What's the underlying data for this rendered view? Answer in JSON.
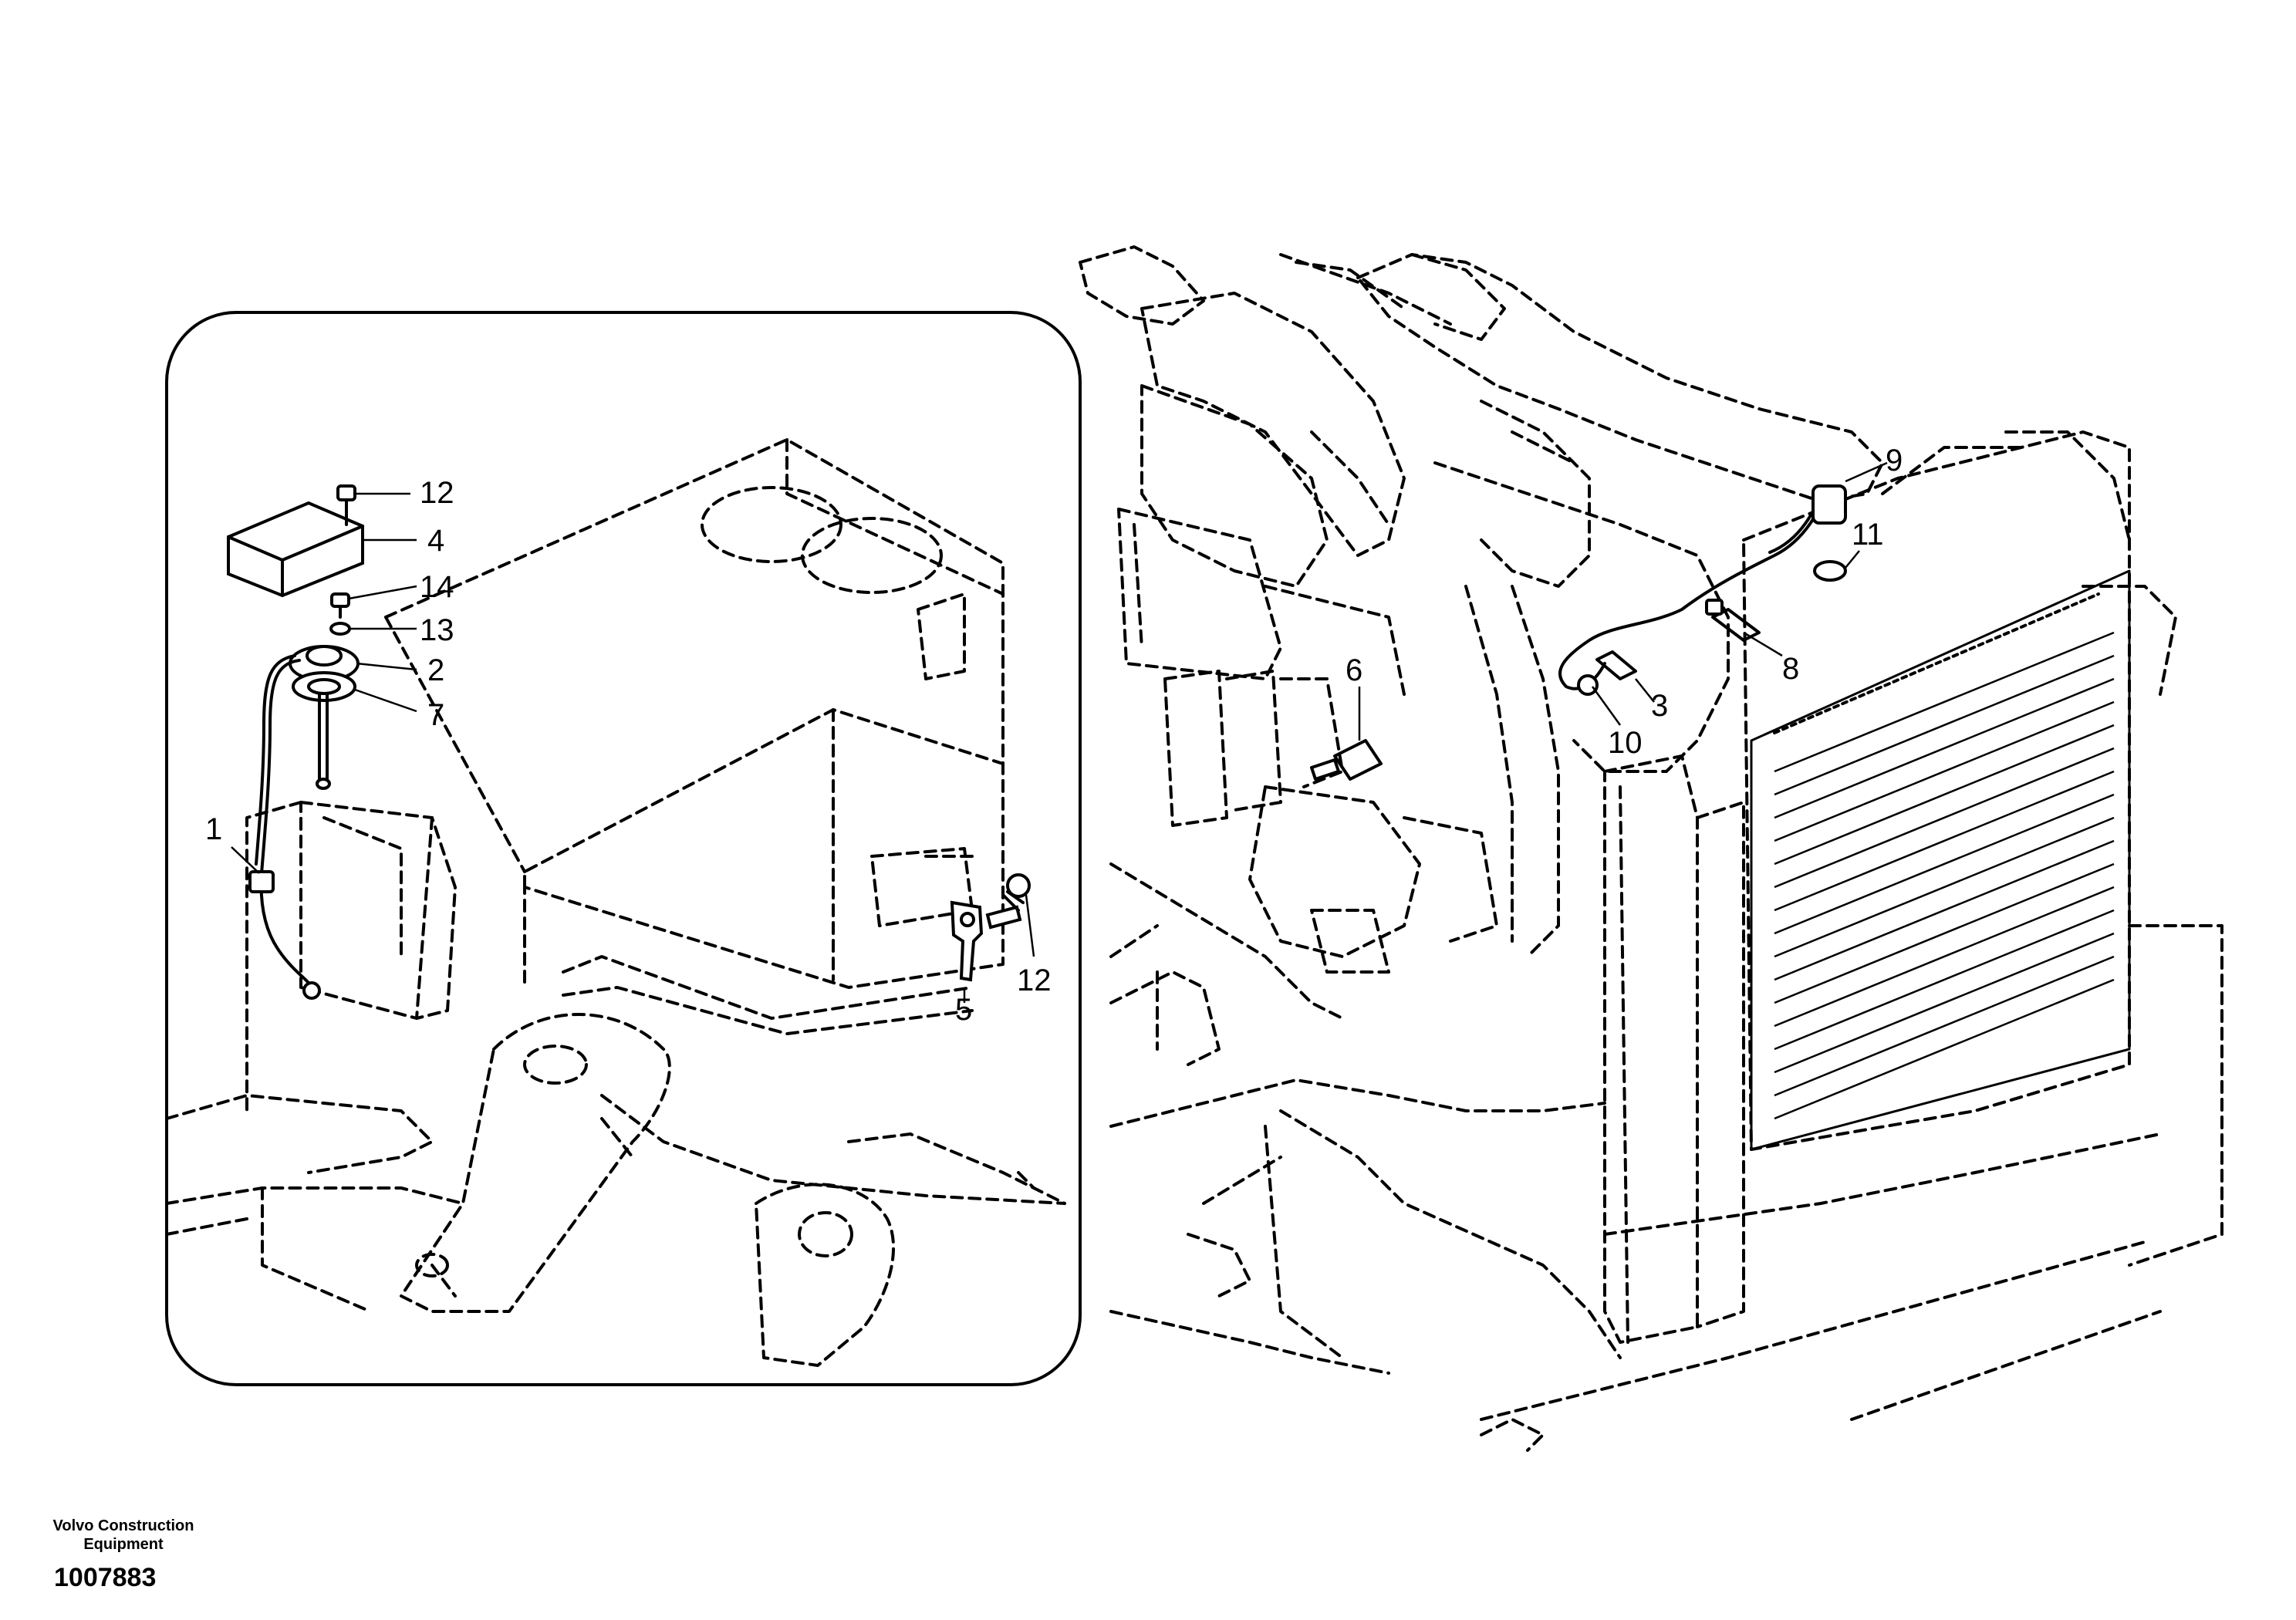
{
  "drawing": {
    "publisher_line1": "Volvo Construction",
    "publisher_line2": "Equipment",
    "drawing_number": "1007883"
  },
  "callouts": {
    "c1": "1",
    "c2": "2",
    "c3": "3",
    "c4": "4",
    "c5": "5",
    "c6": "6",
    "c7": "7",
    "c8": "8",
    "c9": "9",
    "c10": "10",
    "c11": "11",
    "c12a": "12",
    "c12b": "12",
    "c13": "13",
    "c14": "14"
  }
}
